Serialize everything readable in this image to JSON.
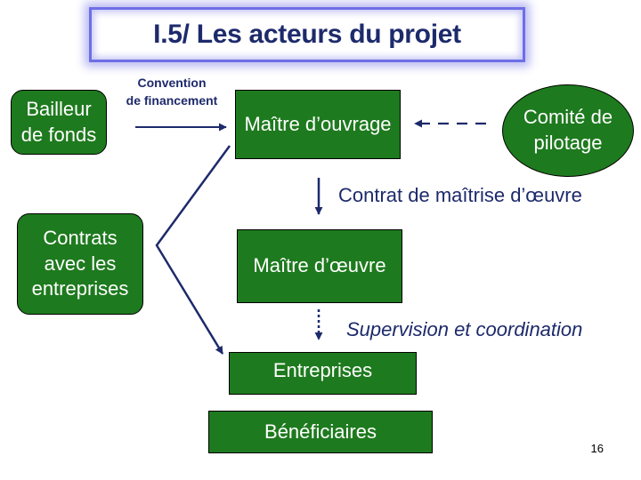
{
  "title": "I.5/ Les acteurs du projet",
  "nodes": {
    "bailleur": "Bailleur de fonds",
    "maitre_ouvrage": "Maître d’ouvrage",
    "comite": "Comité de pilotage",
    "maitre_oeuvre": "Maître d’œuvre",
    "contrats": "Contrats avec les entreprises",
    "entreprises": "Entreprises",
    "beneficiaires": "Bénéficiaires"
  },
  "labels": {
    "convention_line1": "Convention",
    "convention_line2": "de financement",
    "contrat_moe": "Contrat de maîtrise d’œuvre",
    "supervision": "Supervision et coordination"
  },
  "page_number": "16",
  "colors": {
    "box_fill": "#1e7a1e",
    "arrow": "#1d2a6b",
    "title_text": "#1d2a6b",
    "title_border": "#6e6ee6"
  }
}
